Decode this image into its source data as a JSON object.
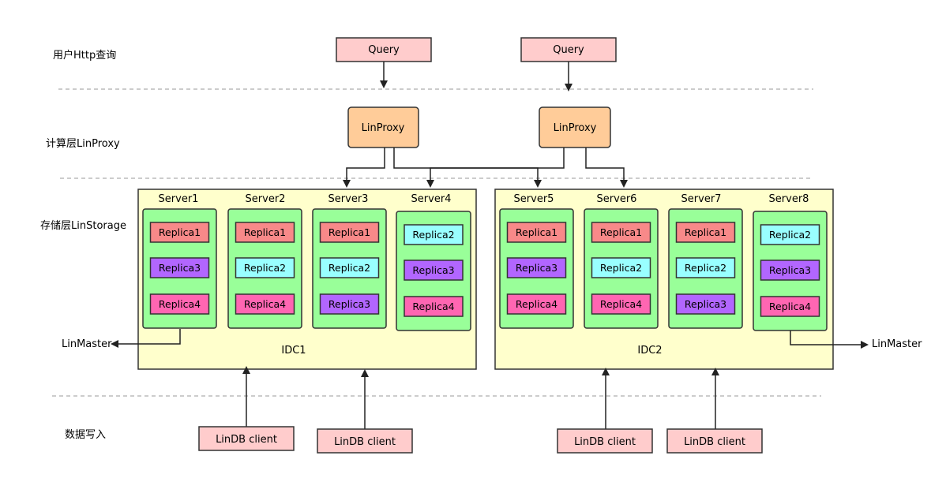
{
  "layers": {
    "query": "用户Http查询",
    "compute": "计算层LinProxy",
    "storage": "存储层LinStorage",
    "write": "数据写入"
  },
  "query_boxes": [
    "Query",
    "Query"
  ],
  "proxies": [
    "LinProxy",
    "LinProxy"
  ],
  "idcs": [
    {
      "label": "IDC1",
      "servers": [
        {
          "name": "Server1",
          "replicas": [
            "Replica1",
            "Replica3",
            "Replica4"
          ]
        },
        {
          "name": "Server2",
          "replicas": [
            "Replica1",
            "Replica2",
            "Replica4"
          ]
        },
        {
          "name": "Server3",
          "replicas": [
            "Replica1",
            "Replica2",
            "Replica3"
          ]
        },
        {
          "name": "Server4",
          "replicas": [
            "Replica2",
            "Replica3",
            "Replica4"
          ]
        }
      ]
    },
    {
      "label": "IDC2",
      "servers": [
        {
          "name": "Server5",
          "replicas": [
            "Replica1",
            "Replica3",
            "Replica4"
          ]
        },
        {
          "name": "Server6",
          "replicas": [
            "Replica1",
            "Replica2",
            "Replica4"
          ]
        },
        {
          "name": "Server7",
          "replicas": [
            "Replica1",
            "Replica2",
            "Replica3"
          ]
        },
        {
          "name": "Server8",
          "replicas": [
            "Replica2",
            "Replica3",
            "Replica4"
          ]
        }
      ]
    }
  ],
  "linmaster": [
    "LinMaster",
    "LinMaster"
  ],
  "clients": [
    "LinDB client",
    "LinDB client",
    "LinDB client",
    "LinDB client"
  ],
  "colors": {
    "query_fill": "#ffcccc",
    "proxy_fill": "#ffcc99",
    "idc_fill": "#ffffcc",
    "server_fill": "#99ff99",
    "client_fill": "#ffcccc",
    "replica": {
      "Replica1": "#f88989",
      "Replica2": "#99ffff",
      "Replica3": "#b266ff",
      "Replica4": "#ff66b2"
    }
  }
}
